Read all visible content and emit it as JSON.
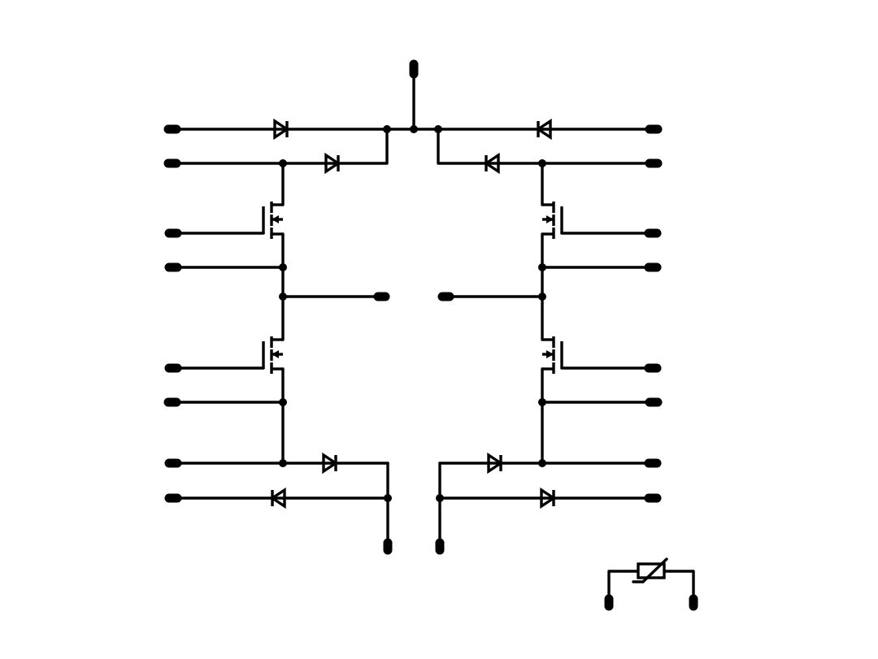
{
  "diagram": {
    "kind": "schematic",
    "components": {
      "mosfets": 4,
      "diodes": 8,
      "thermistors": 1
    }
  }
}
